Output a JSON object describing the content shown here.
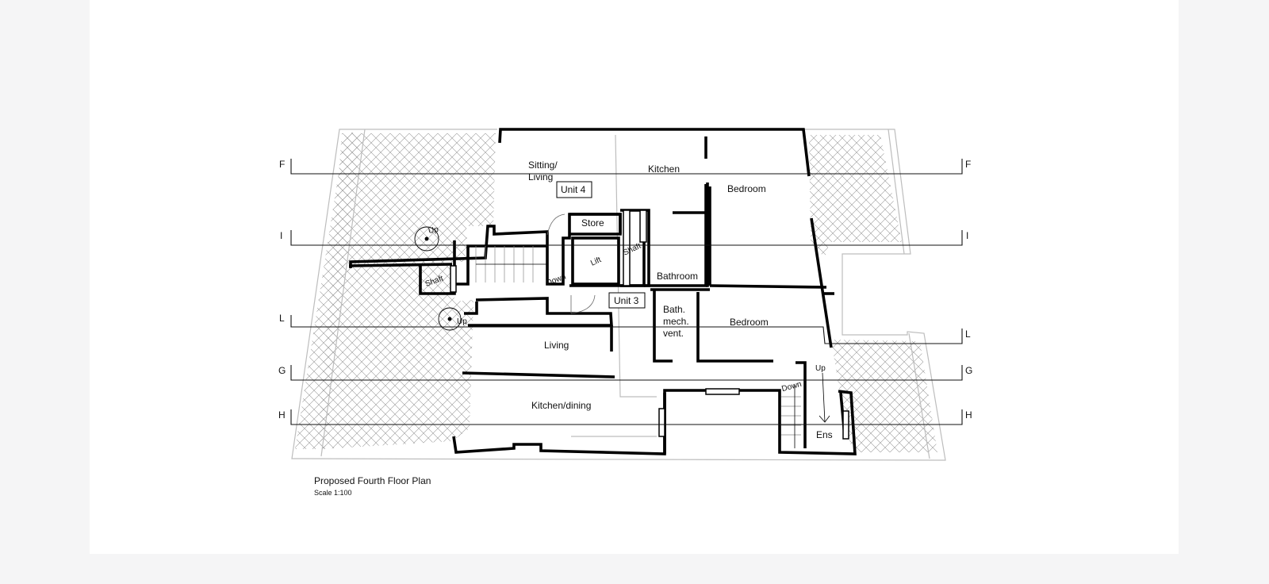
{
  "drawing": {
    "title": "Proposed Fourth Floor Plan",
    "scale": "Scale 1:100"
  },
  "sections": {
    "F": "F",
    "I": "I",
    "L": "L",
    "G": "G",
    "H": "H"
  },
  "rooms": {
    "sitting_living_1": "Sitting/",
    "sitting_living_2": "Living",
    "kitchen": "Kitchen",
    "bedroom_top": "Bedroom",
    "unit4": "Unit 4",
    "store": "Store",
    "lift": "Lift",
    "shaft_center": "Shaft",
    "shaft_left": "Shaft",
    "up_top": "Up",
    "down_center": "Down",
    "bathroom": "Bathroom",
    "unit3": "Unit 3",
    "bath_1": "Bath.",
    "bath_2": "mech.",
    "bath_3": "vent.",
    "bedroom_mid": "Bedroom",
    "up_lower": "Up",
    "living": "Living",
    "kitchen_dining": "Kitchen/dining",
    "down_right": "Down",
    "up_right": "Up",
    "ens": "Ens"
  },
  "colors": {
    "wall": "#000000",
    "outline": "#bdbdbd",
    "hatch": "#9a9a9a",
    "section_line": "#111111"
  }
}
